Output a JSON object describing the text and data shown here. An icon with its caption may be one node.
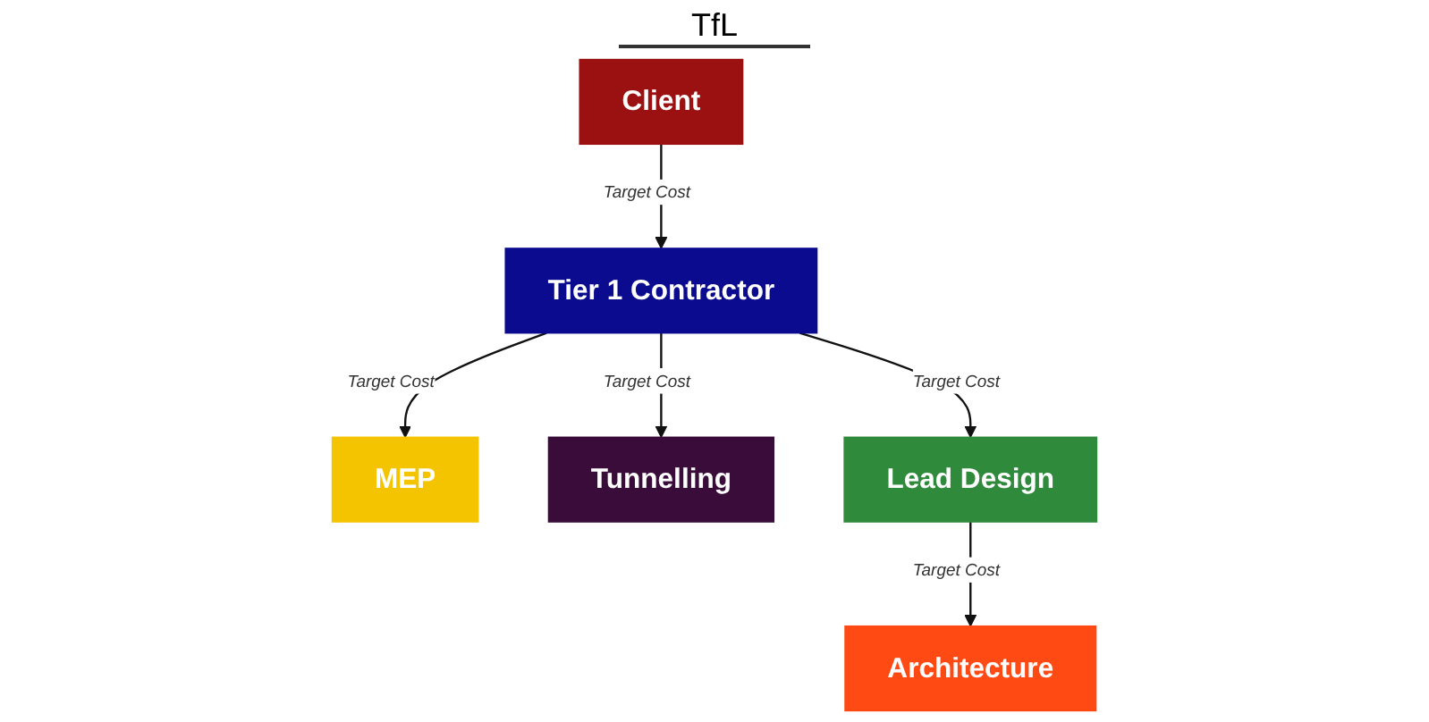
{
  "diagram": {
    "nodes": [
      {
        "text": [
          "Client"
        ]
      },
      {
        "text": [
          "Tier 1 Contractor"
        ]
      },
      {
        "text": [
          "MEP"
        ]
      },
      {
        "text": [
          "Tunnelling"
        ]
      },
      {
        "text": [
          "Lead Design"
        ]
      },
      {
        "text": [
          "Architecture"
        ]
      }
    ],
    "edges": [
      {
        "from": 0,
        "to": 1,
        "arrow": "to",
        "label": "Target Cost"
      },
      {
        "from": 1,
        "to": 2,
        "arrow": "to",
        "label": "Target Cost"
      },
      {
        "from": 1,
        "to": 3,
        "arrow": "to",
        "label": "Target Cost"
      },
      {
        "from": 1,
        "to": 4,
        "arrow": "to",
        "label": "Target Cost"
      },
      {
        "from": 4,
        "to": 5,
        "arrow": "to",
        "label": "Target Cost"
      }
    ],
    "labels": [
      "TfL"
    ]
  }
}
